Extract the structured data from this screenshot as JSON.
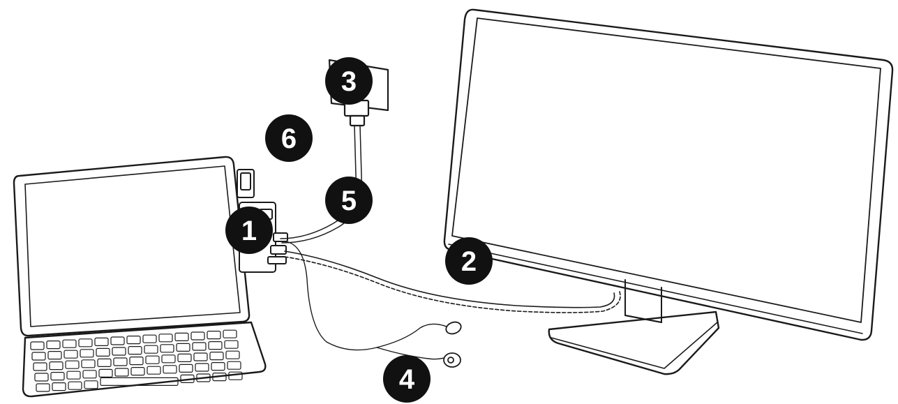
{
  "colors": {
    "line": "#1a1a1a",
    "callout_fill": "#111111",
    "callout_text": "#ffffff",
    "background": "#ffffff"
  },
  "callouts": [
    {
      "id": "1",
      "label": "1"
    },
    {
      "id": "2",
      "label": "2"
    },
    {
      "id": "3",
      "label": "3"
    },
    {
      "id": "4",
      "label": "4"
    },
    {
      "id": "5",
      "label": "5"
    },
    {
      "id": "6",
      "label": "6"
    }
  ]
}
